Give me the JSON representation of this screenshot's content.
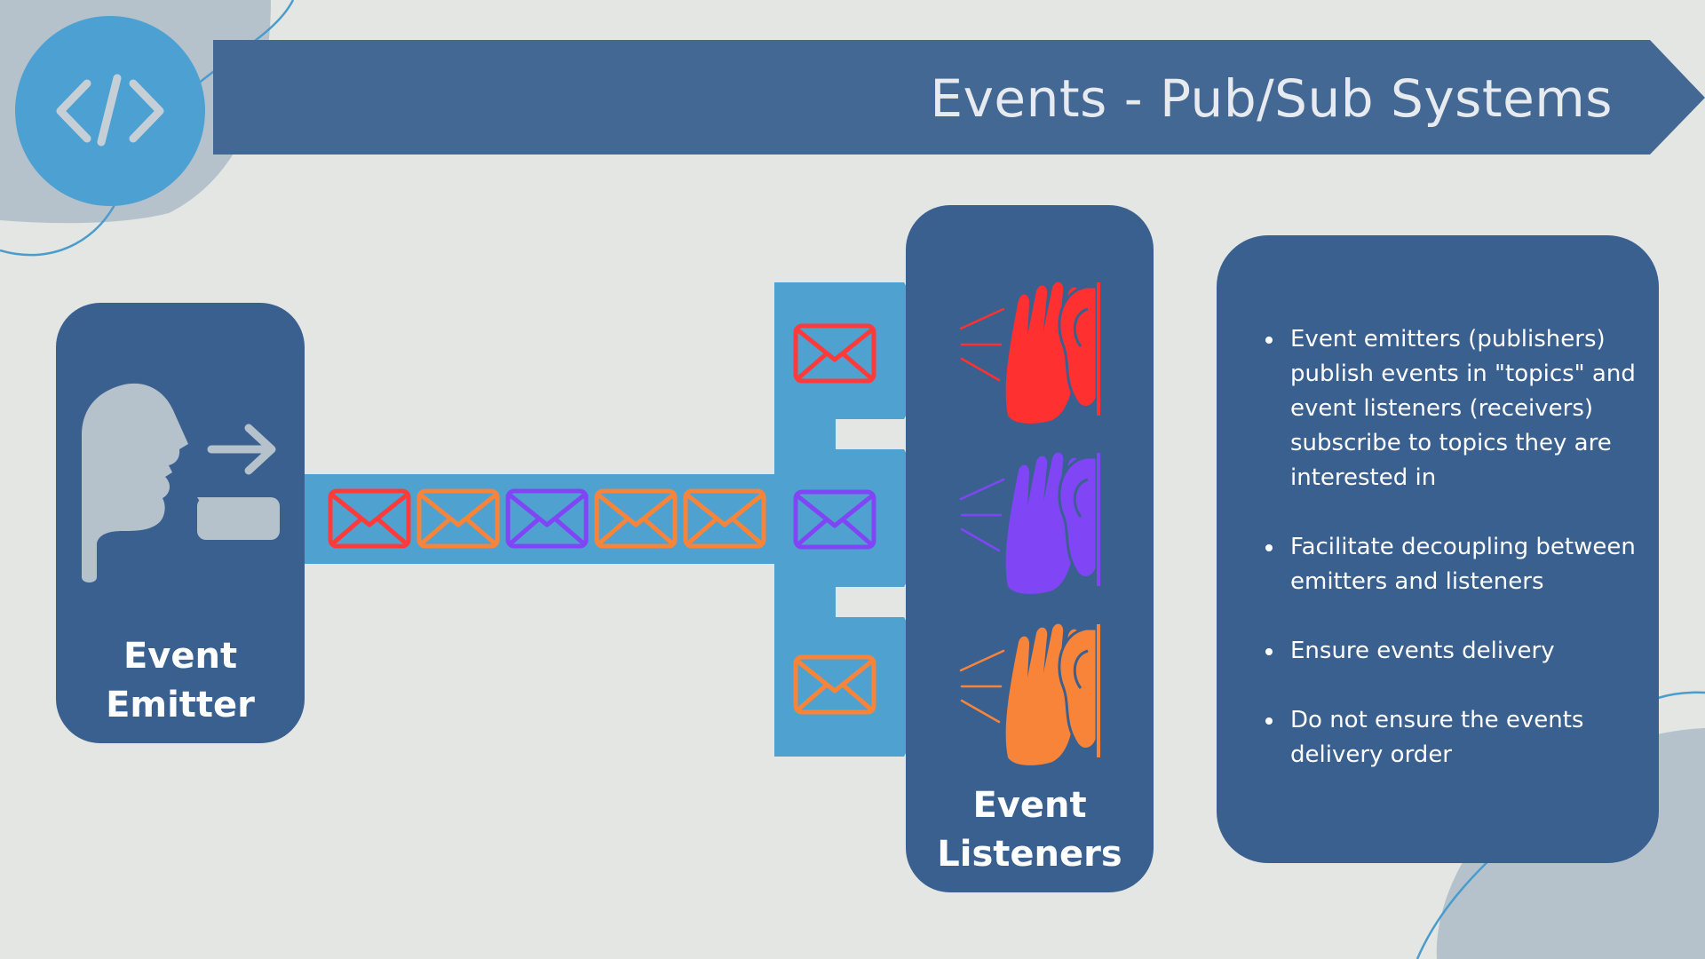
{
  "banner": {
    "title": "Events - Pub/Sub Systems",
    "icon": "code-brackets-icon"
  },
  "emitter": {
    "label_line1": "Event",
    "label_line2": "Emitter",
    "icon": "speaking-head-icon"
  },
  "listeners": {
    "label_line1": "Event",
    "label_line2": "Listeners",
    "icon": "listening-hand-ear-icon",
    "colors": [
      "#ff3030",
      "#8046f5",
      "#f8843a"
    ]
  },
  "message_stream": {
    "icon": "envelope-icon",
    "colors": [
      "#ff3a3a",
      "#f8843a",
      "#8046f5",
      "#f8843a",
      "#f8843a"
    ]
  },
  "routed_messages": {
    "icon": "envelope-icon",
    "colors": [
      "#ff3a3a",
      "#8046f5",
      "#f8843a"
    ]
  },
  "info": {
    "bullets": [
      "Event emitters (publishers) publish events in \"topics\" and event listeners (receivers) subscribe to topics they are interested in",
      "Facilitate decoupling between emitters and listeners",
      "Ensure events delivery",
      "Do not ensure the events delivery order"
    ]
  },
  "colors": {
    "background": "#e3e6e3",
    "banner": "#436894",
    "card": "#3a6090",
    "pipe": "#4fa2cf",
    "decor": "#b5c2cc",
    "line": "#4a9ccd"
  }
}
